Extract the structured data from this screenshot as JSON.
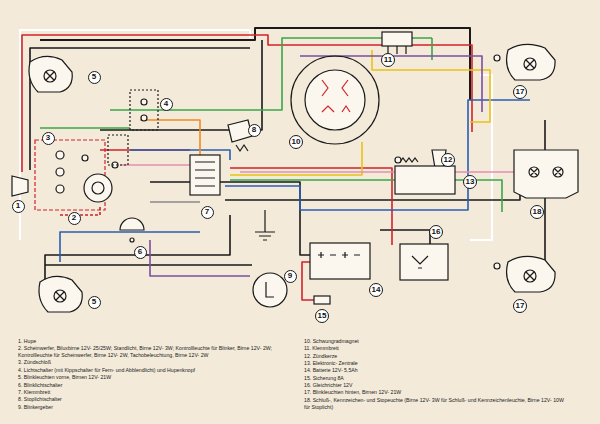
{
  "diagram": {
    "nodes": [
      {
        "text": [
          "11"
        ]
      },
      {
        "text": [
          "17"
        ]
      },
      {
        "text": [
          "5"
        ]
      },
      {
        "text": [
          "4"
        ]
      },
      {
        "text": [
          "8"
        ]
      },
      {
        "text": [
          "3"
        ]
      },
      {
        "text": [
          "10"
        ]
      },
      {
        "text": [
          "12"
        ]
      },
      {
        "text": [
          "7"
        ]
      },
      {
        "text": [
          "13"
        ]
      },
      {
        "text": [
          "1"
        ]
      },
      {
        "text": [
          "2"
        ]
      },
      {
        "text": [
          "18"
        ]
      },
      {
        "text": [
          "6"
        ]
      },
      {
        "text": [
          "16"
        ]
      },
      {
        "text": [
          "17"
        ]
      },
      {
        "text": [
          "9"
        ]
      },
      {
        "text": [
          "14"
        ]
      },
      {
        "text": [
          "5"
        ]
      },
      {
        "text": [
          "15"
        ]
      }
    ],
    "labels": [
      "1. Hupe",
      "2. Scheinwerfer, Biluxbirne 12V- 25/25W; Standlicht, Birne 12V- 3W; Kontrollleuchte für Blinker, Birne 12V- 2W; Kontrollleuchte für Scheinwerfer, Birne 12V- 2W, Tachobeleuchtung, Birne 12V- 2W",
      "3. Zündschloß",
      "4. Lichtschalter (mit Kippschalter für Fern- und Abblendlicht) und Hupenknopf",
      "5. Blinkleuchten vorne, Birnen 12V- 21W",
      "6. Blinklichtschalter",
      "7. Klemmbrett",
      "8. Stoplichtschalter",
      "9. Blinkergeber",
      "10. Schwungradmagnet",
      "11. Klemmbrett",
      "12. Zündkerze",
      "13. Elektronic- Zentrale",
      "14. Batterie 12V- 5,5Ah",
      "15. Sicherung 8A",
      "16. Gleichrichter 12V",
      "17. Blinkleuchten hinten, Birnen 12V- 21W",
      "18. Schluß-, Kennzeichen- und Stopeuchte (Birne 12V- 3W für Schluß- und Kennzeichenleuchte, Birne 12V- 10W für Stoplicht)"
    ]
  }
}
